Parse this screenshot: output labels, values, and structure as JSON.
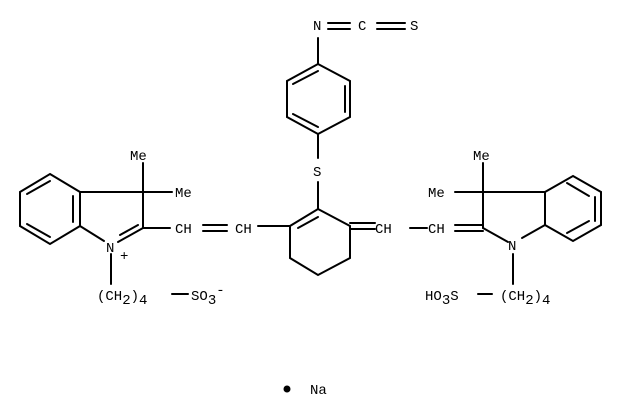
{
  "diagram": {
    "type": "chemical-structure",
    "isothiocyanate": {
      "n": "N",
      "c": "C",
      "s": "S"
    },
    "thioether_s": "S",
    "left_indolium": {
      "me1": "Me",
      "me2": "Me",
      "n": "N",
      "charge": "+",
      "linker": "(CH",
      "sub2": "2",
      "paren_close": ")",
      "sub4": "4",
      "so3": "SO",
      "sub3": "3",
      "anion": "-",
      "vinyl1": "CH",
      "vinyl2": "CH"
    },
    "right_indoline": {
      "me1": "Me",
      "me2": "Me",
      "n": "N",
      "ho3s": "HO",
      "sub3": "3",
      "s": "S",
      "linker": "(CH",
      "sub2": "2",
      "paren_close": ")",
      "sub4": "4",
      "vinyl1": "CH",
      "vinyl2": "CH"
    },
    "counterion": {
      "dot": "•",
      "label": "Na"
    }
  }
}
